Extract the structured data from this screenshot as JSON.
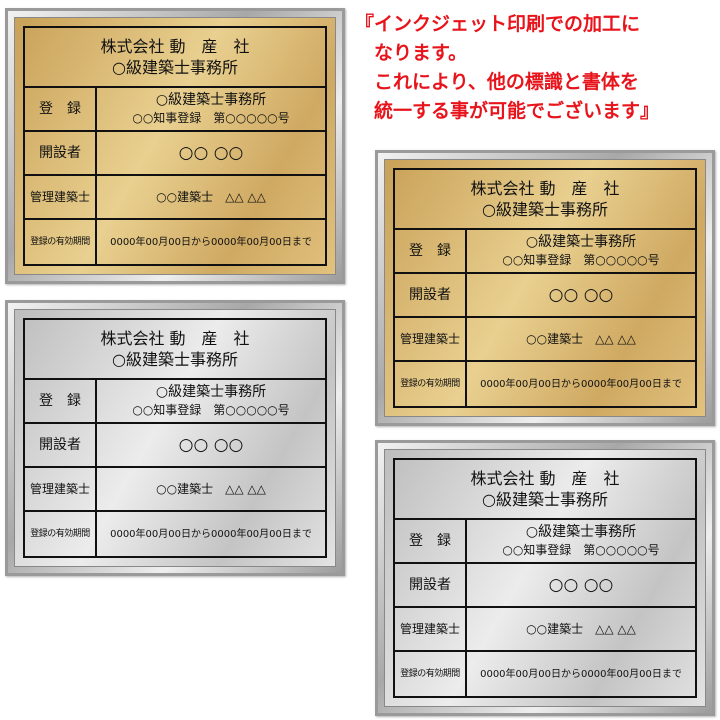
{
  "caption": {
    "lines": [
      "『インクジェット印刷での加工に",
      "　なります。",
      "　これにより、他の標識と書体を",
      "　統一する事が可能でございます』"
    ],
    "color": "#e8141c"
  },
  "plates": [
    {
      "finish": "gold",
      "color": "#dcbf7c"
    },
    {
      "finish": "gold",
      "color": "#dcbf7c"
    },
    {
      "finish": "silver",
      "color": "#d6d6d6"
    },
    {
      "finish": "silver",
      "color": "#d6d6d6"
    }
  ],
  "sign": {
    "company": "株式会社 動　産　社",
    "office": "○級建築士事務所",
    "rows": [
      {
        "label": "登　録",
        "value_line1": "○級建築士事務所",
        "value_line2": "○○知事登録　第○○○○○号"
      },
      {
        "label": "開設者",
        "value": "○○ ○○"
      },
      {
        "label": "管理建築士",
        "value": "○○建築士　△△ △△"
      },
      {
        "label": "登録の有効期間",
        "value": "0000年00月00日から0000年00月00日まで"
      }
    ]
  }
}
